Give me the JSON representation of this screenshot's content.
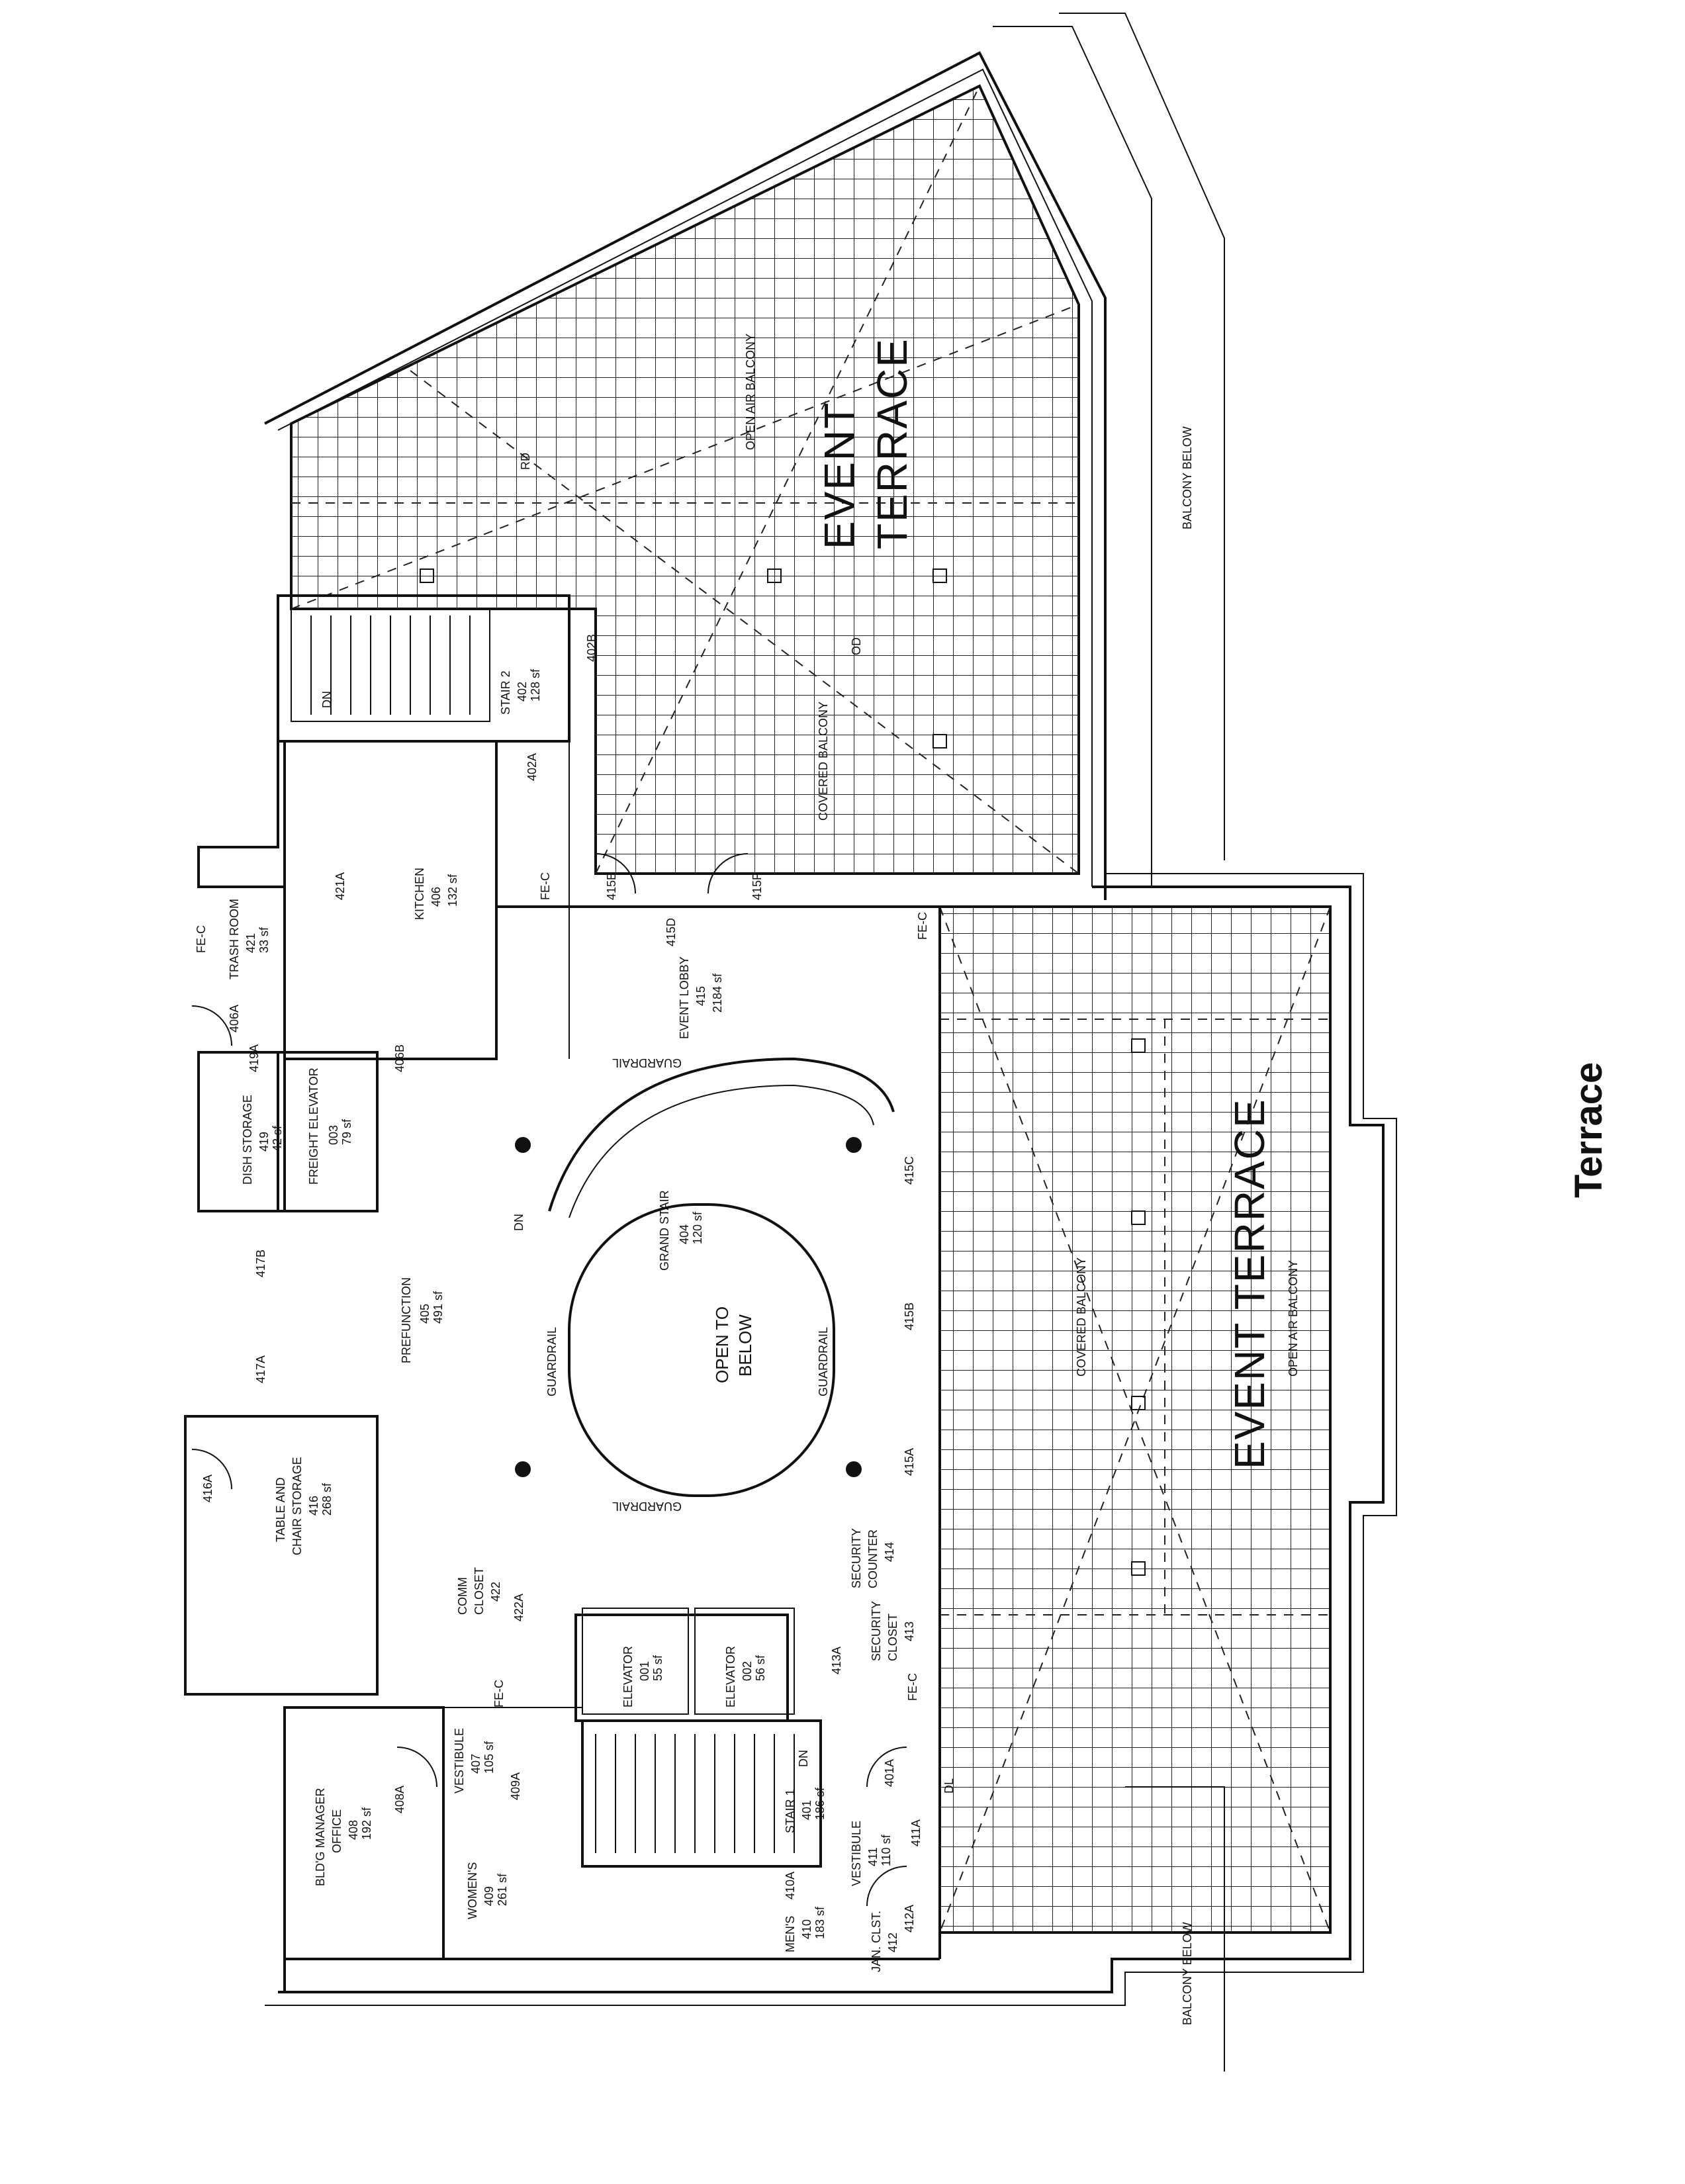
{
  "title": "Terrace",
  "terraces": {
    "upper": {
      "line1": "EVENT",
      "line2": "TERRACE",
      "open_air": "OPEN AIR BALCONY",
      "covered": "COVERED BALCONY"
    },
    "lower": {
      "name": "EVENT TERRACE",
      "open_air": "OPEN AIR BALCONY",
      "covered": "COVERED BALCONY"
    }
  },
  "balcony_below": {
    "upper": "BALCONY BELOW",
    "lower": "BALCONY BELOW"
  },
  "rooms": {
    "stair2": {
      "name": "STAIR 2",
      "num": "402",
      "area": "128 sf",
      "door_a": "402A",
      "door_b": "402B"
    },
    "kitchen": {
      "name": "KITCHEN",
      "num": "406",
      "area": "132 sf",
      "door": "421A",
      "door_b": "406B"
    },
    "trash": {
      "name": "TRASH ROOM",
      "num": "421",
      "area": "33 sf"
    },
    "door_406a": "406A",
    "door_419a": "419A",
    "dish": {
      "name": "DISH STORAGE",
      "num": "419",
      "area": "42 sf"
    },
    "freight": {
      "name": "FREIGHT ELEVATOR",
      "num": "003",
      "area": "79 sf"
    },
    "event_lobby": {
      "name": "EVENT LOBBY",
      "num": "415",
      "area": "2184 sf"
    },
    "grand_stair": {
      "name": "GRAND STAIR",
      "num": "404",
      "area": "120 sf"
    },
    "open_below": {
      "line1": "OPEN TO",
      "line2": "BELOW"
    },
    "prefunction": {
      "name": "PREFUNCTION",
      "num": "405",
      "area": "491 sf"
    },
    "table_chair": {
      "line1": "TABLE AND",
      "line2": "CHAIR STORAGE",
      "num": "416",
      "area": "268 sf",
      "door": "416A"
    },
    "door_417a": "417A",
    "door_417b": "417B",
    "comm": {
      "line1": "COMM",
      "line2": "CLOSET",
      "num": "422",
      "door": "422A"
    },
    "security_counter": {
      "line1": "SECURITY",
      "line2": "COUNTER",
      "num": "414"
    },
    "security_closet": {
      "line1": "SECURITY",
      "line2": "CLOSET",
      "num": "413",
      "door": "413A"
    },
    "elevator1": {
      "name": "ELEVATOR",
      "num": "001",
      "area": "55 sf"
    },
    "elevator2": {
      "name": "ELEVATOR",
      "num": "002",
      "area": "56 sf"
    },
    "vestibule407": {
      "name": "VESTIBULE",
      "num": "407",
      "area": "105 sf",
      "door": "409A"
    },
    "stair1": {
      "name": "STAIR 1",
      "num": "401",
      "area": "186 sf",
      "door": "401A"
    },
    "bldg_mgr": {
      "line1": "BLD'G MANAGER",
      "line2": "OFFICE",
      "num": "408",
      "area": "192 sf",
      "door": "408A"
    },
    "womens": {
      "name": "WOMEN'S",
      "num": "409",
      "area": "261 sf"
    },
    "vestibule411": {
      "name": "VESTIBULE",
      "num": "411",
      "area": "110 sf",
      "door": "411A"
    },
    "mens": {
      "name": "MEN'S",
      "num": "410",
      "area": "183 sf",
      "door": "410A"
    },
    "jan": {
      "name": "JAN. CLST.",
      "num": "412",
      "door": "412A"
    }
  },
  "doors_415": [
    "415A",
    "415B",
    "415C",
    "415D",
    "415E",
    "415F"
  ],
  "misc": {
    "fe": "FE-C",
    "guardrail": "GUARDRAIL",
    "dn": "DN",
    "rd": "RD",
    "od": "OD",
    "dl": "DL"
  }
}
